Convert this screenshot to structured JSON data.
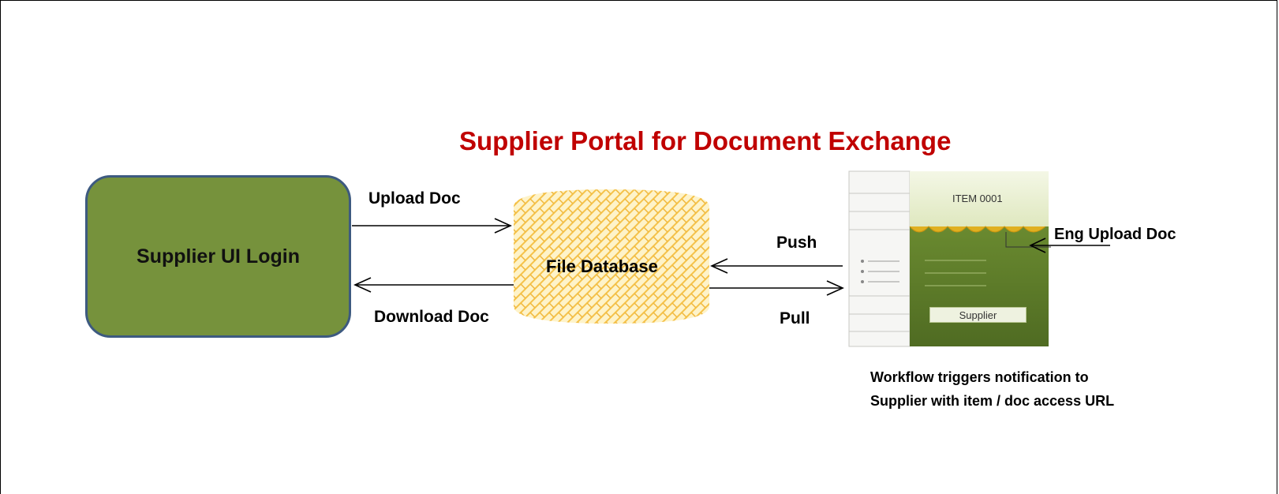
{
  "diagram": {
    "title": "Supplier Portal for Document Exchange",
    "login_box": "Supplier UI Login",
    "database": "File Database",
    "upload_label": "Upload Doc",
    "download_label": "Download Doc",
    "push_label": "Push",
    "pull_label": "Pull",
    "eng_upload_label": "Eng Upload Doc",
    "notification_line1": "Workflow triggers notification to",
    "notification_line2": "Supplier with item / doc access URL",
    "item_screen": {
      "item_title": "ITEM 0001",
      "supplier_button": "Supplier"
    }
  },
  "colors": {
    "title": "#c00000",
    "login_fill": "#76923c",
    "login_border": "#3d5a80",
    "database_fill": "#fde9a9",
    "database_pattern": "#f5c24a",
    "item_green": "#4f6b22"
  }
}
